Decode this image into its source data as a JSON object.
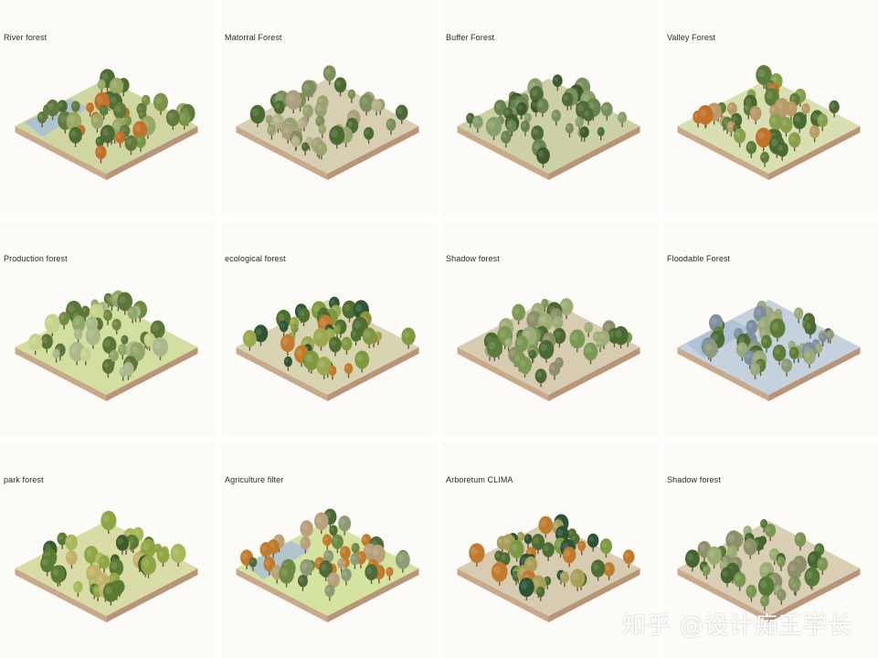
{
  "gallery": {
    "cards": [
      {
        "title": "River forest",
        "ground": "#cfd6a2",
        "water": true,
        "palette": [
          "#5f7a3a",
          "#7c9448",
          "#9aa865",
          "#c2702a",
          "#4e6b34"
        ]
      },
      {
        "title": "Matorral Forest",
        "ground": "#d7cfb2",
        "water": false,
        "palette": [
          "#7d8f5a",
          "#98a370",
          "#b7b28e",
          "#4d6a33",
          "#a9a07d"
        ]
      },
      {
        "title": "Buffer Forest",
        "ground": "#cdd0a6",
        "water": false,
        "palette": [
          "#4f6b3a",
          "#6a8450",
          "#8aa06a",
          "#3f5a2e",
          "#7a9060"
        ]
      },
      {
        "title": "Valley Forest",
        "ground": "#d9dfb0",
        "water": false,
        "palette": [
          "#5f7d3a",
          "#86a04c",
          "#b99b6a",
          "#c2702a",
          "#4b6a30"
        ]
      },
      {
        "title": "Production forest",
        "ground": "#d3dfa0",
        "water": false,
        "palette": [
          "#6f8a45",
          "#92a866",
          "#aab88a",
          "#c7d38d",
          "#5d7538"
        ]
      },
      {
        "title": "ecological forest",
        "ground": "#d8d3b1",
        "water": false,
        "palette": [
          "#4e6e2f",
          "#7f9a3e",
          "#c27b2c",
          "#2f5532",
          "#9aa84f"
        ]
      },
      {
        "title": "Shadow forest",
        "ground": "#d7ccb1",
        "water": false,
        "palette": [
          "#5c7a3b",
          "#7c9853",
          "#9eae77",
          "#4a6a31",
          "#8c8f6a"
        ]
      },
      {
        "title": "Floodable Forest",
        "ground": "#c5d2de",
        "water": true,
        "palette": [
          "#5f7d3a",
          "#8f9a7d",
          "#7e8fa0",
          "#4e6b34",
          "#9ca97a"
        ]
      },
      {
        "title": "park forest",
        "ground": "#d9dca7",
        "water": false,
        "palette": [
          "#5b7b33",
          "#8ea543",
          "#a8b85c",
          "#3f5d2c",
          "#c1b26a"
        ]
      },
      {
        "title": "Agriculture filter",
        "ground": "#d5e3a0",
        "water": true,
        "palette": [
          "#6f8a45",
          "#c27b2c",
          "#8e9c76",
          "#4f6a35",
          "#b7a07a"
        ]
      },
      {
        "title": "Arboretum CLIMA",
        "ground": "#d8ccb0",
        "water": false,
        "palette": [
          "#4f6c31",
          "#c27b2c",
          "#7c9a43",
          "#2e5335",
          "#a8a059"
        ]
      },
      {
        "title": "Shadow forest",
        "ground": "#d9cfb4",
        "water": false,
        "palette": [
          "#587838",
          "#7b9753",
          "#9bad74",
          "#47662f",
          "#8d916a"
        ]
      }
    ]
  },
  "watermark": {
    "text": "知乎 @设计痴王学长"
  }
}
